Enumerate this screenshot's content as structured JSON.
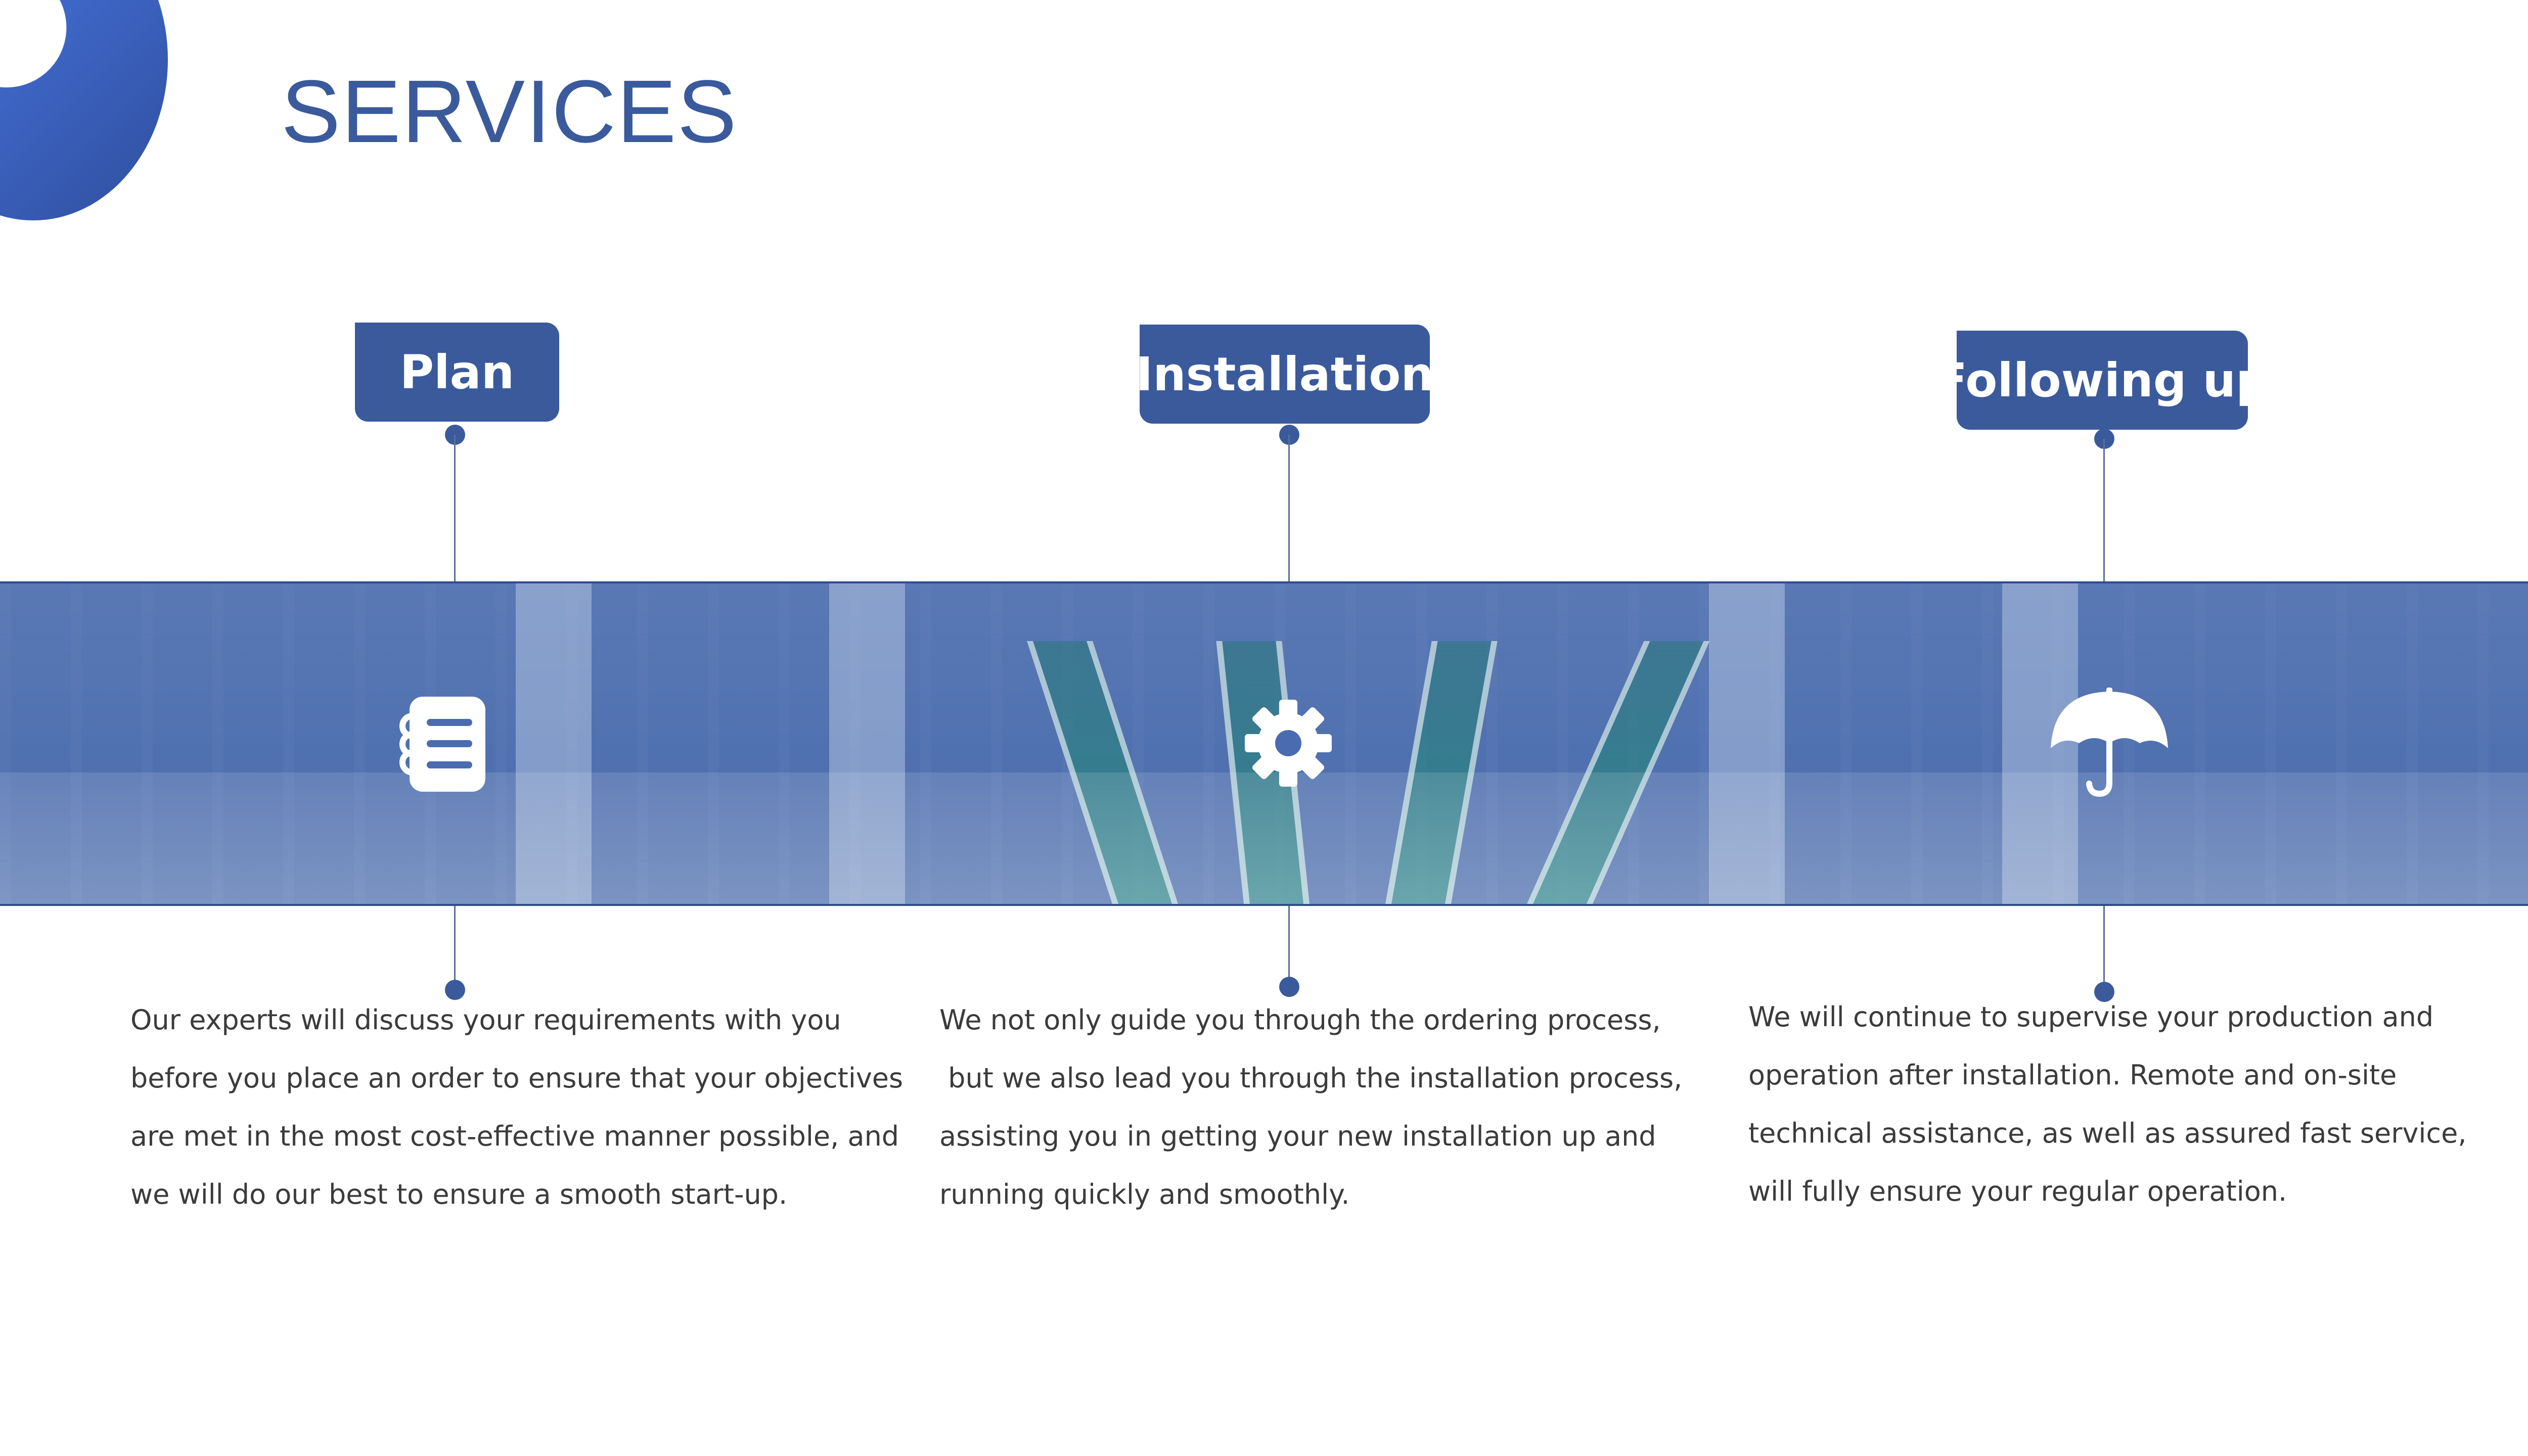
{
  "page": {
    "title": "SERVICES"
  },
  "colors": {
    "accent": "#3a5a9c",
    "band_overlay": "#3e62aa",
    "text": "#3b3b3b",
    "icon": "#ffffff"
  },
  "services": [
    {
      "label": "Plan",
      "icon": "notebook-icon",
      "description": [
        "Our experts will discuss your requirements with you",
        "before you place an order to ensure that your objectives",
        "are met in the most cost-effective manner possible, and",
        "we will do our best to ensure a smooth start-up."
      ]
    },
    {
      "label": "Installation",
      "icon": "gear-icon",
      "description": [
        "We not only guide you through the ordering process,",
        " but we also lead you through the installation process,",
        "assisting you in getting your new installation up and",
        "running quickly and smoothly."
      ]
    },
    {
      "label": "Following up",
      "icon": "umbrella-icon",
      "description": [
        "We will continue to supervise your production and",
        "operation after installation. Remote and on-site",
        "technical assistance, as well as assured fast service,",
        "will fully ensure your regular operation."
      ]
    }
  ]
}
